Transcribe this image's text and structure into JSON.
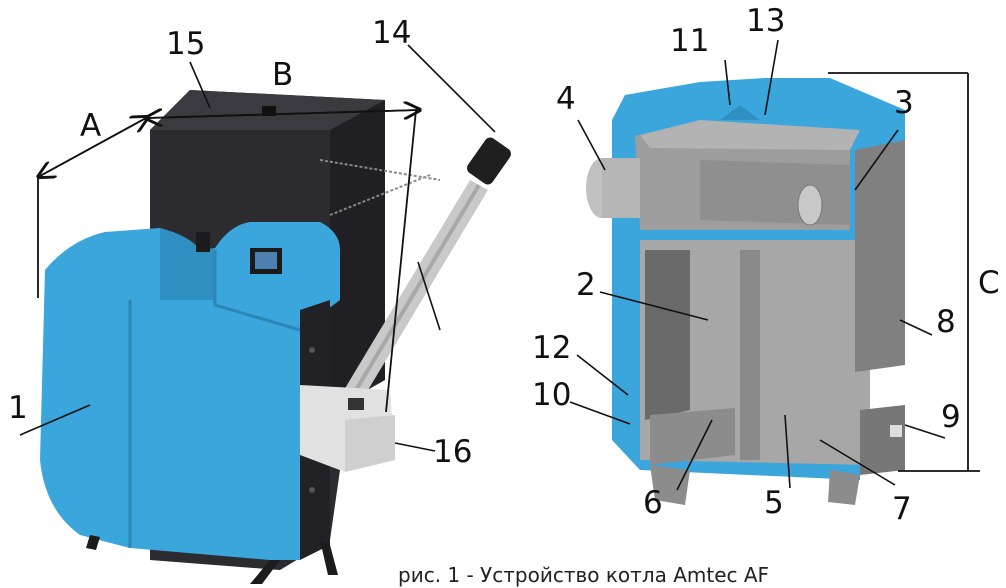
{
  "caption": "рис. 1 - Устройство котла Amtec AF",
  "labels": {
    "n1": "1",
    "n2": "2",
    "n3": "3",
    "n4": "4",
    "n5": "5",
    "n6": "6",
    "n7": "7",
    "n8": "8",
    "n9": "9",
    "n10": "10",
    "n11": "11",
    "n12": "12",
    "n13": "13",
    "n14": "14",
    "n15": "15",
    "n16": "16",
    "A": "A",
    "B": "B",
    "C": "C"
  },
  "colors": {
    "boiler_blue": "#3aa6dc",
    "casing_dark": "#2a2a2e",
    "interior_grey": "#9a9a9a",
    "hopper_grey": "#d9d9d9"
  }
}
